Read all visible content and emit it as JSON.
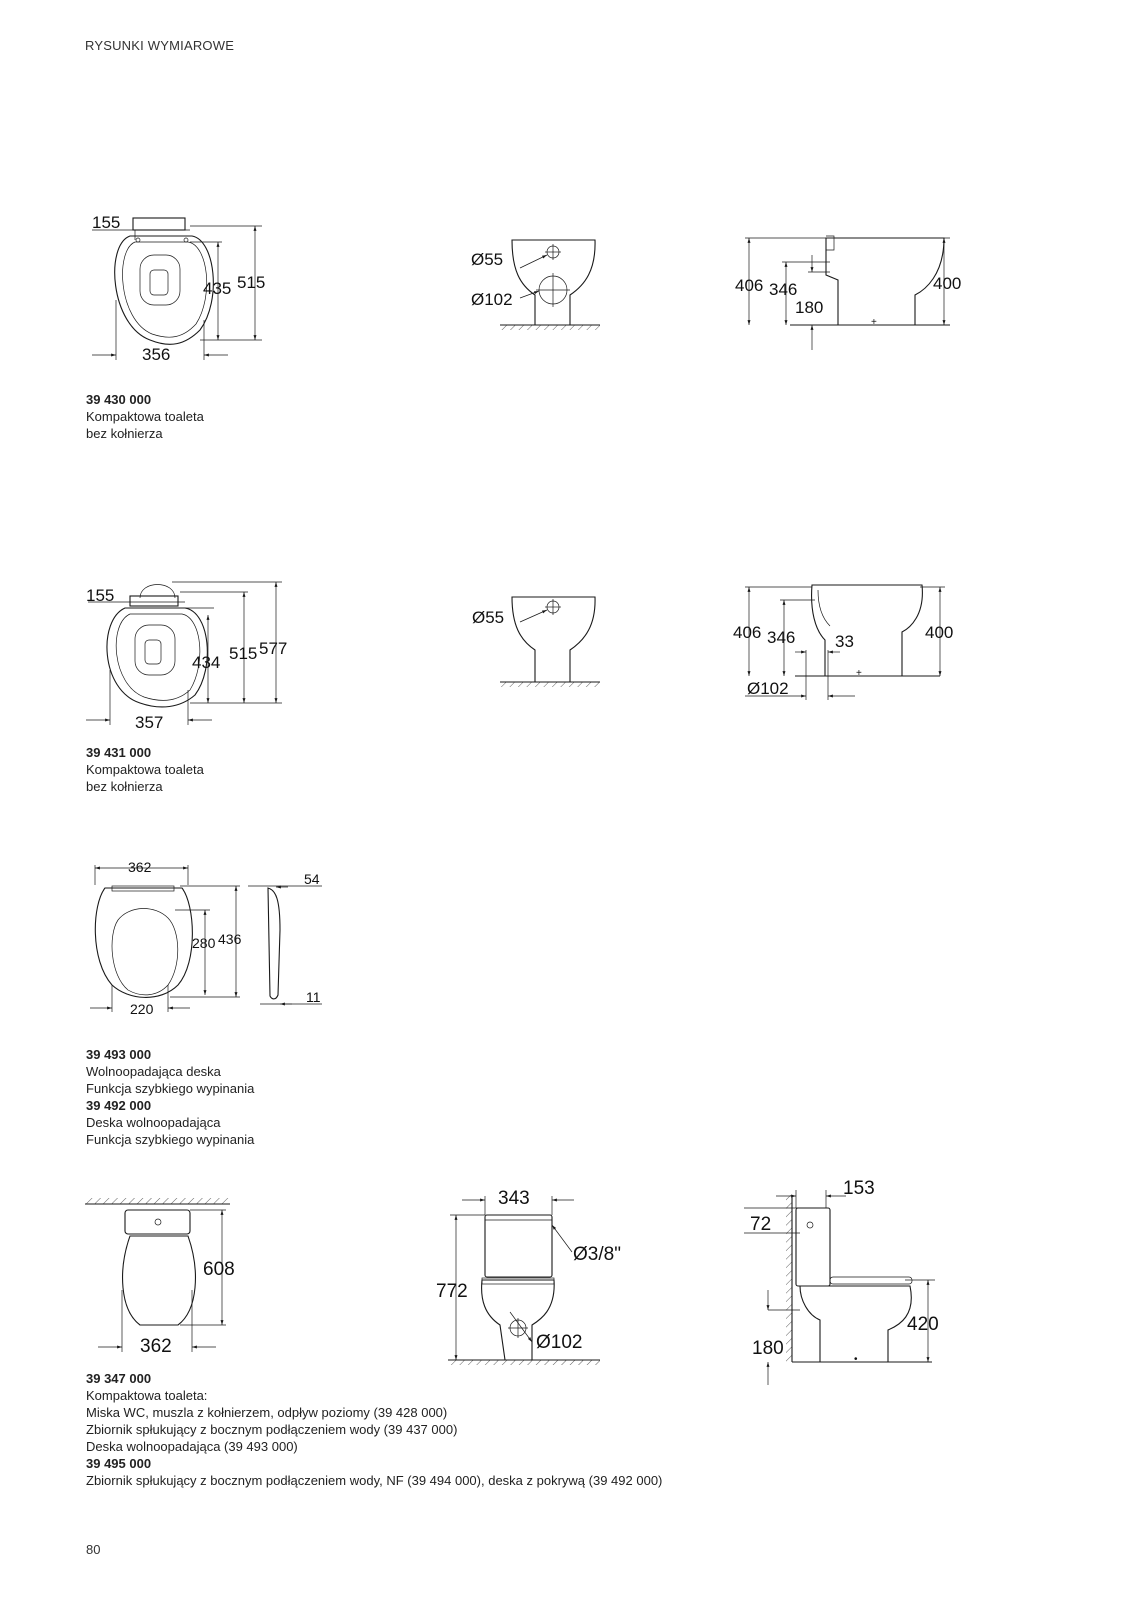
{
  "header": "RYSUNKI WYMIAROWE",
  "page_number": "80",
  "rows": [
    {
      "dims_top": [
        "155",
        "435",
        "515",
        "356"
      ],
      "dims_front": [
        "Ø55",
        "Ø102"
      ],
      "dims_side": [
        "406",
        "346",
        "180",
        "400"
      ],
      "caption": [
        {
          "type": "code",
          "text": "39 430 000"
        },
        {
          "type": "text",
          "text": "Kompaktowa toaleta"
        },
        {
          "type": "text",
          "text": "bez kołnierza"
        }
      ]
    },
    {
      "dims_top": [
        "155",
        "434",
        "515",
        "577",
        "357"
      ],
      "dims_front": [
        "Ø55"
      ],
      "dims_side": [
        "406",
        "346",
        "33",
        "400",
        "Ø102"
      ],
      "caption": [
        {
          "type": "code",
          "text": "39 431 000"
        },
        {
          "type": "text",
          "text": "Kompaktowa toaleta"
        },
        {
          "type": "text",
          "text": "bez kołnierza"
        }
      ]
    },
    {
      "dims_top": [
        "362",
        "280",
        "436",
        "220"
      ],
      "dims_side": [
        "54",
        "11"
      ],
      "caption": [
        {
          "type": "code",
          "text": "39 493 000"
        },
        {
          "type": "text",
          "text": "Wolnoopadająca deska"
        },
        {
          "type": "text",
          "text": "Funkcja szybkiego wypinania"
        },
        {
          "type": "code",
          "text": "39 492 000"
        },
        {
          "type": "text",
          "text": "Deska wolnoopadająca"
        },
        {
          "type": "text",
          "text": "Funkcja szybkiego wypinania"
        }
      ]
    },
    {
      "dims_front": [
        "608",
        "362"
      ],
      "dims_mid": [
        "343",
        "Ø3/8\"",
        "772",
        "Ø102"
      ],
      "dims_side": [
        "153",
        "72",
        "420",
        "180"
      ],
      "caption": [
        {
          "type": "code",
          "text": "39 347 000"
        },
        {
          "type": "text",
          "text": "Kompaktowa toaleta:"
        },
        {
          "type": "text",
          "text": "Miska WC, muszla z kołnierzem, odpływ poziomy (39 428 000)"
        },
        {
          "type": "text",
          "text": "Zbiornik spłukujący z bocznym podłączeniem wody (39 437 000)"
        },
        {
          "type": "text",
          "text": "Deska wolnoopadająca (39 493 000)"
        },
        {
          "type": "code",
          "text": "39 495 000"
        },
        {
          "type": "text",
          "text": "Zbiornik spłukujący z bocznym podłączeniem wody, NF (39 494 000), deska z pokrywą (39 492 000)"
        }
      ]
    }
  ]
}
